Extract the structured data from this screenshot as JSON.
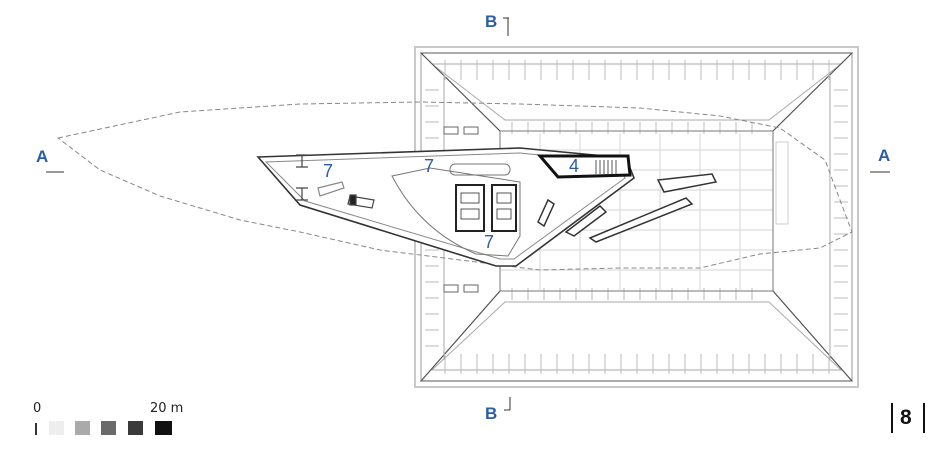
{
  "section_marks": {
    "a_left": "A",
    "a_right": "A",
    "b_top": "B",
    "b_bottom": "B"
  },
  "room_numbers": [
    "7",
    "7",
    "7",
    "4"
  ],
  "scale_bar": {
    "start_label": "0",
    "end_label": "20 m",
    "swatch_colors": [
      "#eeeeee",
      "#aaaaaa",
      "#6a6a6a",
      "#3a3a3a",
      "#111111"
    ]
  },
  "page_number": "8",
  "colors": {
    "label_blue": "#2a5ea8",
    "line": "#555555",
    "light_line": "#bdbdbd"
  }
}
